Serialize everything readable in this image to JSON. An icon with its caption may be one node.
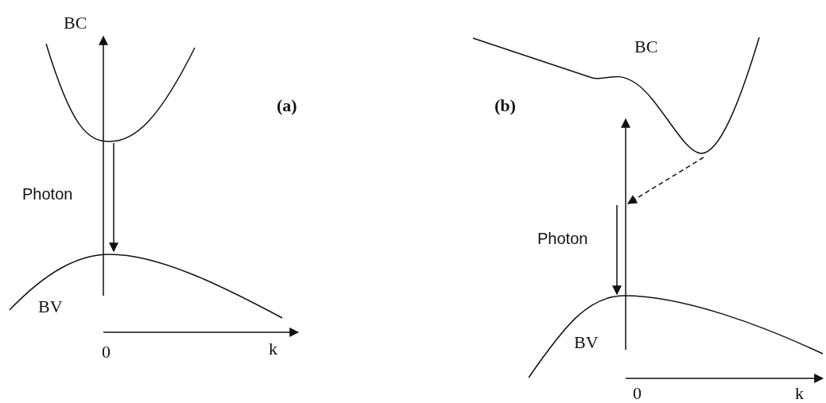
{
  "diagram": {
    "nodes": [
      {
        "text": [
          "BC"
        ]
      },
      {
        "text": [
          "BV"
        ]
      },
      {
        "text": [
          "BC"
        ]
      },
      {
        "text": [
          "BV"
        ]
      }
    ],
    "edges": [
      {
        "from": 1,
        "to": 0,
        "arrow": "to"
      },
      {
        "from": 0,
        "to": 1,
        "arrow": "to"
      },
      {
        "from": 3,
        "to": 2,
        "arrow": "to"
      },
      {
        "from": null,
        "to": 3,
        "arrow": "to"
      },
      {
        "from": 2,
        "to": null,
        "arrow": "to",
        "style": "dashed"
      }
    ],
    "labels": [
      "(a)",
      "Photon",
      "0",
      "k",
      "(b)",
      "Photon",
      "0",
      "k"
    ]
  }
}
